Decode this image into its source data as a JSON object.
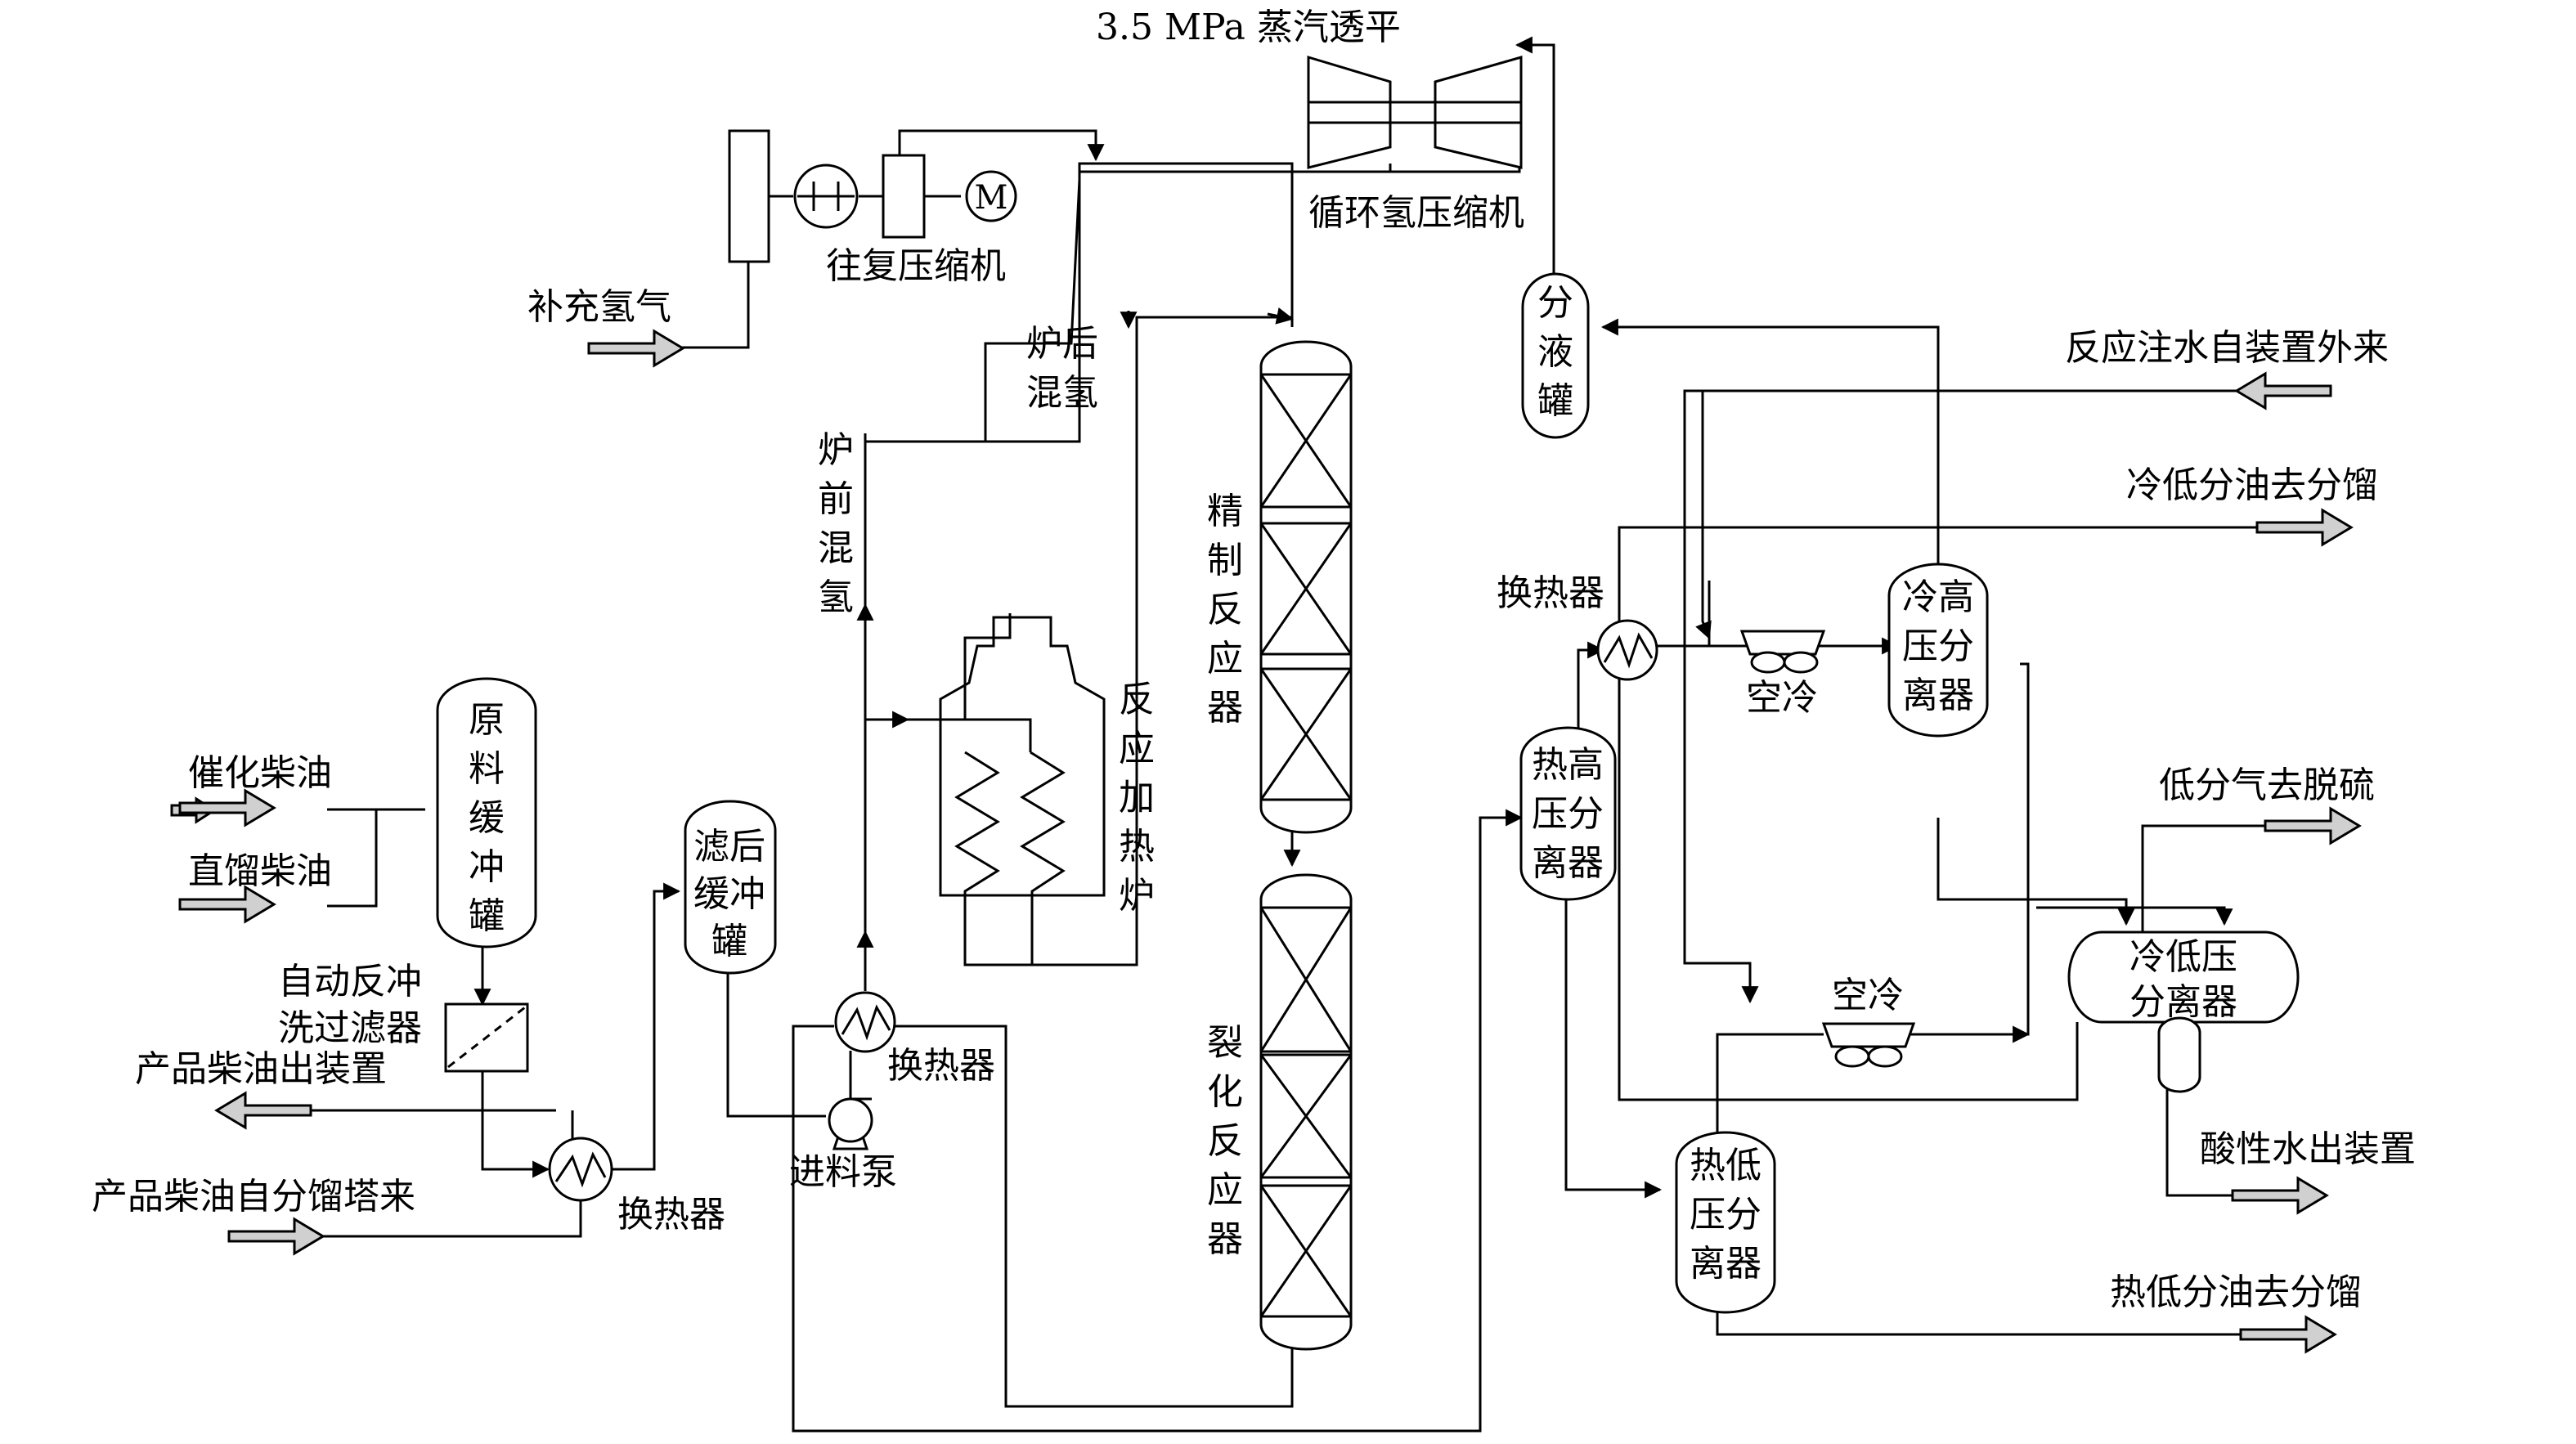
{
  "labels": {
    "turbine": "3.5 MPa 蒸汽透平",
    "recycle_compressor": "循环氢压缩机",
    "recip_compressor": "往复压缩机",
    "makeup_h2": "补充氢气",
    "after_furnace_mix": [
      "炉后",
      "混氢"
    ],
    "before_furnace_mix": [
      "炉",
      "前",
      "混",
      "氢"
    ],
    "refining_reactor": [
      "精",
      "制",
      "反",
      "应",
      "器"
    ],
    "cracking_reactor": [
      "裂",
      "化",
      "反",
      "应",
      "器"
    ],
    "reaction_furnace": [
      "反",
      "应",
      "加",
      "热",
      "炉"
    ],
    "separator_drum": [
      "分",
      "液",
      "罐"
    ],
    "inject_water": "反应注水自装置外来",
    "cold_low_oil": "冷低分油去分馏",
    "hx_right": "换热器",
    "air_cooler_upper": "空冷",
    "air_cooler_lower": "空冷",
    "cold_high_sep": [
      "冷高",
      "压分",
      "离器"
    ],
    "hot_high_sep": [
      "热高",
      "压分",
      "离器"
    ],
    "low_gas": "低分气去脱硫",
    "cold_low_sep": [
      "冷低压",
      "分离器"
    ],
    "sour_water": "酸性水出装置",
    "hot_low_sep": [
      "热低",
      "压分",
      "离器"
    ],
    "hot_low_oil": "热低分油去分馏",
    "catalytic_diesel": "催化柴油",
    "straight_diesel": "直馏柴油",
    "feed_buffer": [
      "原",
      "料",
      "缓",
      "冲",
      "罐"
    ],
    "auto_filter": [
      "自动反冲",
      "洗过滤器"
    ],
    "product_out": "产品柴油出装置",
    "product_in": "产品柴油自分馏塔来",
    "hx_left": "换热器",
    "filtered_buffer": [
      "滤后",
      "缓冲",
      "罐"
    ],
    "feed_pump": "进料泵",
    "hx_mid": "换热器",
    "motor_symbol": "M"
  }
}
